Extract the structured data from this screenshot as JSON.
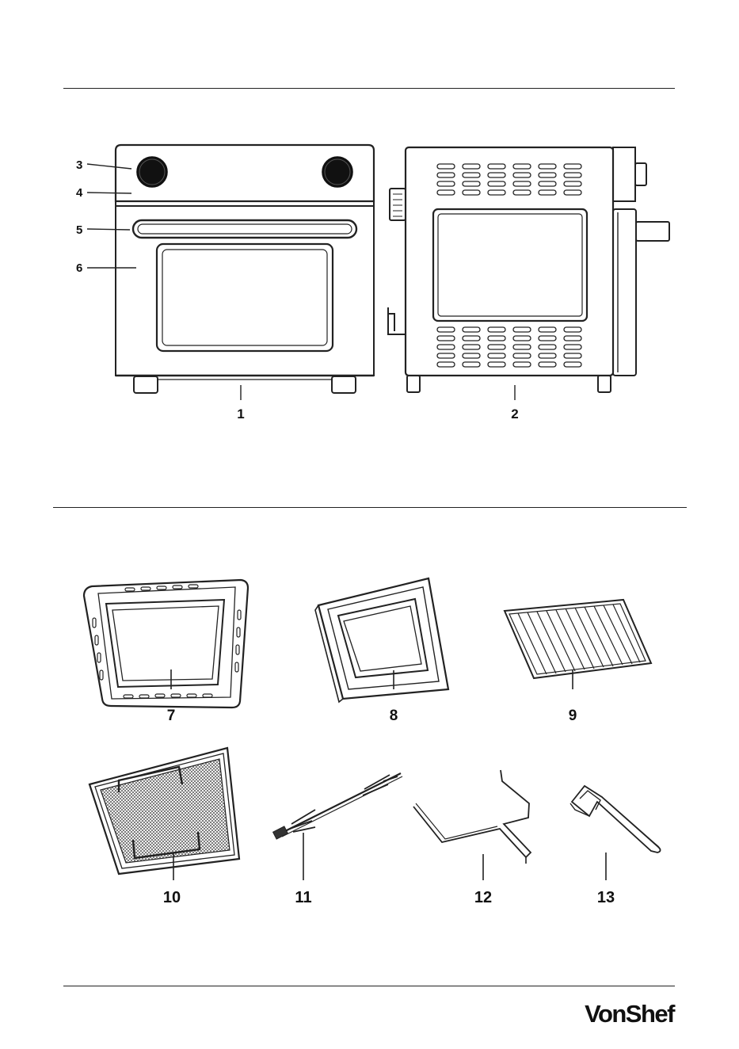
{
  "brand": "VonShef",
  "labels": {
    "1": "1",
    "2": "2",
    "3": "3",
    "4": "4",
    "5": "5",
    "6": "6",
    "7": "7",
    "8": "8",
    "9": "9",
    "10": "10",
    "11": "11",
    "12": "12",
    "13": "13"
  }
}
